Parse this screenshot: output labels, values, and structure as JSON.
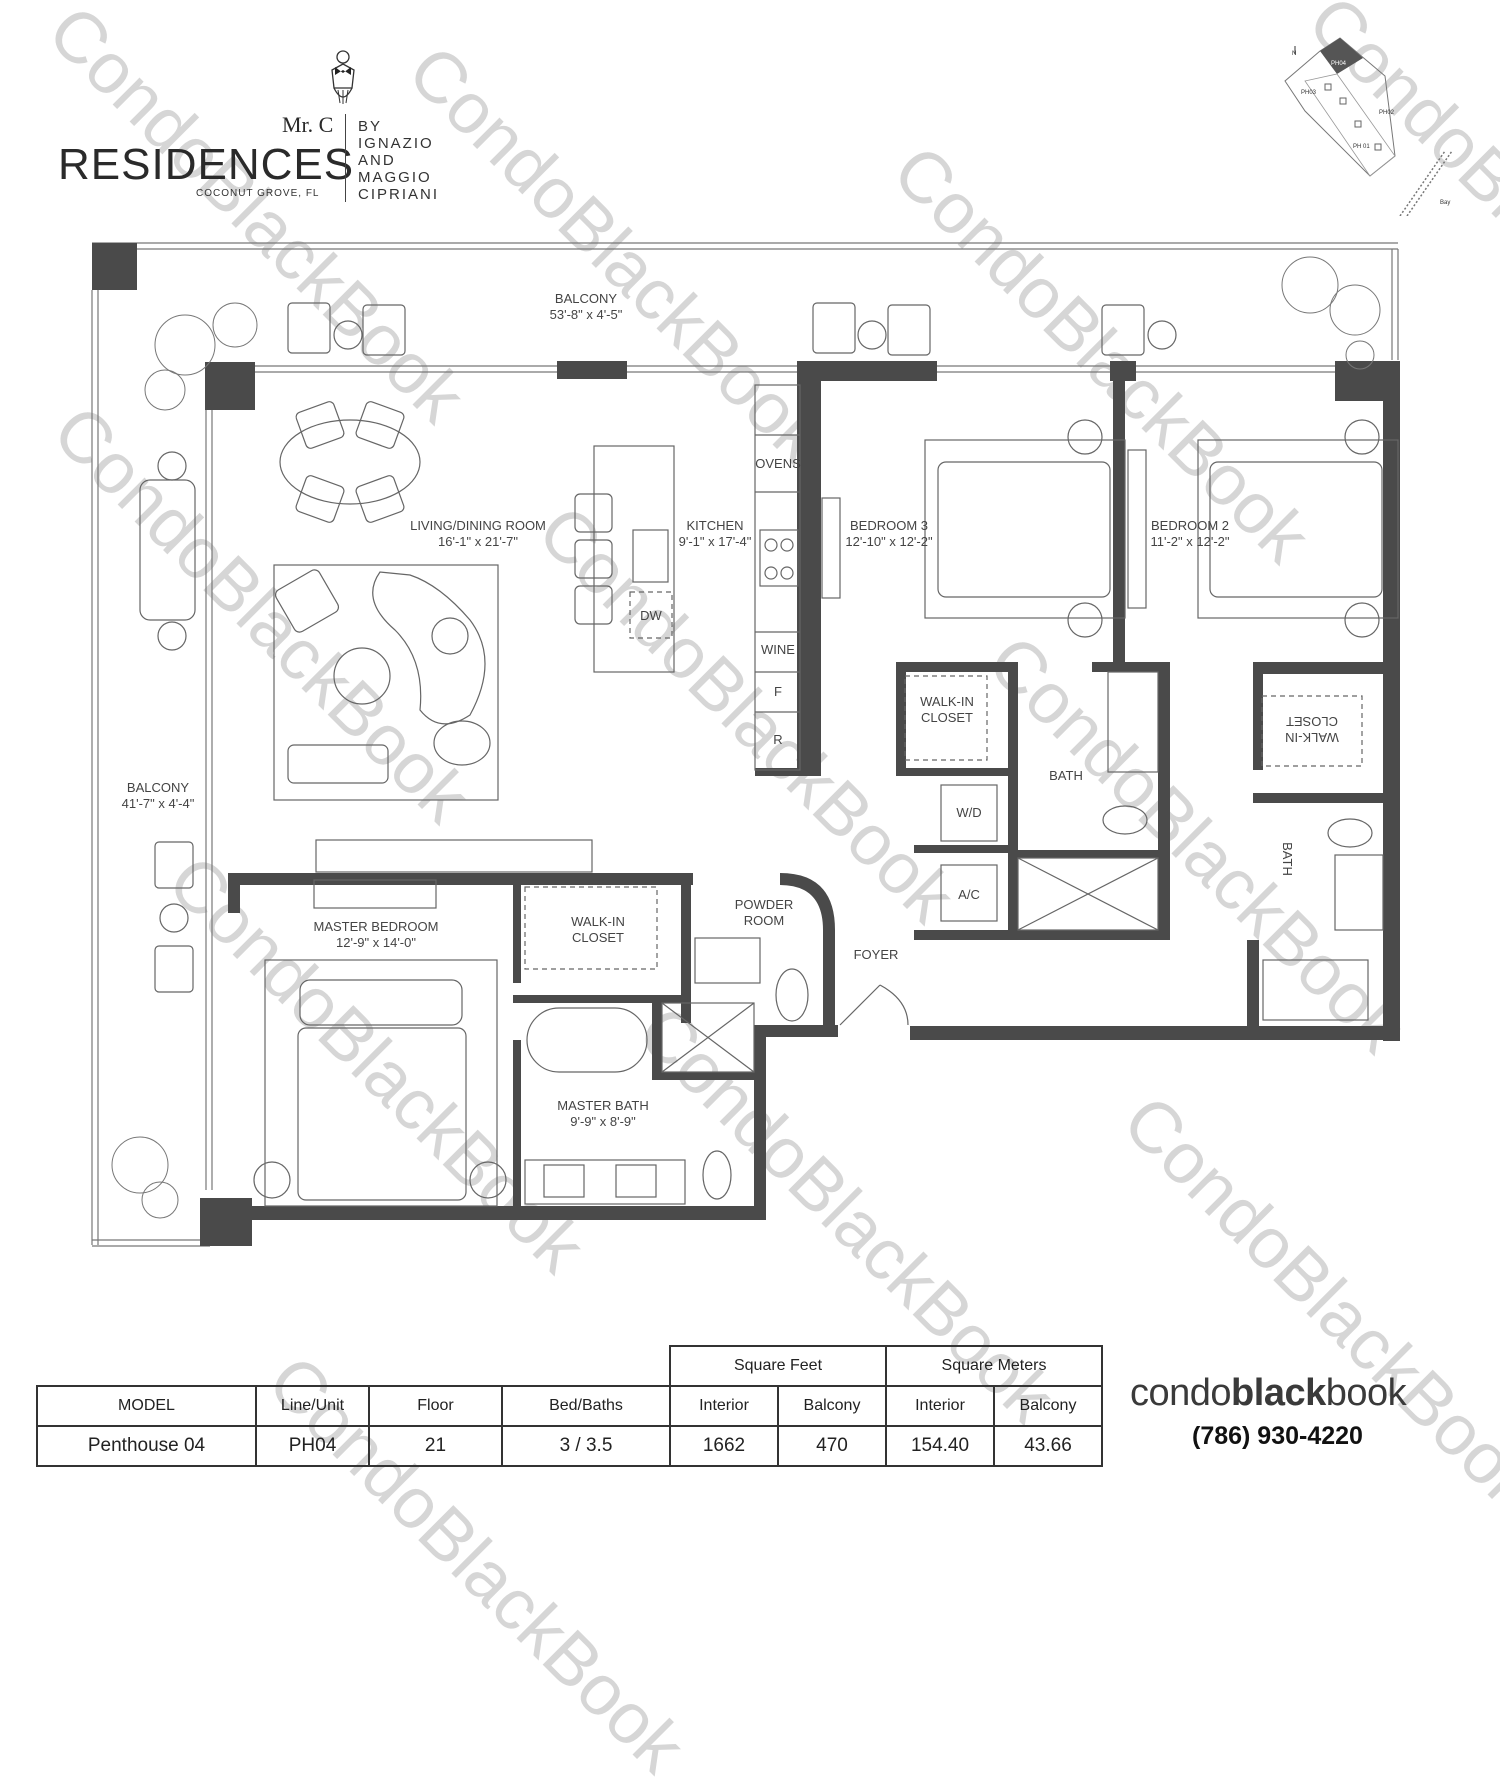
{
  "logo": {
    "mr_c": "Mr. C",
    "title": "RESIDENCES",
    "location": "COCONUT GROVE, FL",
    "by_lines": [
      "BY",
      "IGNAZIO",
      "AND",
      "MAGGIO",
      "CIPRIANI"
    ]
  },
  "key_map": {
    "north": "N",
    "units": [
      "PH04",
      "PH03",
      "PH02",
      "PH 01"
    ],
    "bay": "Bay"
  },
  "rooms": {
    "balcony_top": {
      "name": "BALCONY",
      "dims": "53'-8\" x 4'-5\""
    },
    "balcony_left": {
      "name": "BALCONY",
      "dims": "41'-7\" x 4'-4\""
    },
    "living": {
      "name": "LIVING/DINING ROOM",
      "dims": "16'-1\" x 21'-7\""
    },
    "kitchen": {
      "name": "KITCHEN",
      "dims": "9'-1\" x 17'-4\""
    },
    "bedroom3": {
      "name": "BEDROOM 3",
      "dims": "12'-10\" x 12'-2\""
    },
    "bedroom2": {
      "name": "BEDROOM 2",
      "dims": "11'-2\" x 12'-2\""
    },
    "master_bedroom": {
      "name": "MASTER BEDROOM",
      "dims": "12'-9\" x 14'-0\""
    },
    "master_bath": {
      "name": "MASTER BATH",
      "dims": "9'-9\" x 8'-9\""
    },
    "walkin_closet_master": {
      "line1": "WALK-IN",
      "line2": "CLOSET"
    },
    "walkin_closet_b3": {
      "line1": "WALK-IN",
      "line2": "CLOSET"
    },
    "walkin_closet_b2": {
      "line1": "WALK-IN",
      "line2": "CLOSET"
    },
    "powder": {
      "line1": "POWDER",
      "line2": "ROOM"
    },
    "foyer": "FOYER",
    "bath_b3": "BATH",
    "bath_b2": "BATH",
    "wd": "W/D",
    "ac": "A/C",
    "ovens": "OVENS",
    "wine": "WINE",
    "fridge_f": "F",
    "fridge_r": "R",
    "dw": "DW"
  },
  "spec_table": {
    "group_headers": {
      "sqft": "Square Feet",
      "sqm": "Square Meters"
    },
    "headers": [
      "MODEL",
      "Line/Unit",
      "Floor",
      "Bed/Baths",
      "Interior",
      "Balcony",
      "Interior",
      "Balcony"
    ],
    "row": [
      "Penthouse 04",
      "PH04",
      "21",
      "3 / 3.5",
      "1662",
      "470",
      "154.40",
      "43.66"
    ]
  },
  "brand": {
    "prefix": "condo",
    "bold": "black",
    "suffix": "book",
    "phone": "(786) 930-4220"
  },
  "watermark": "CondoBlackBook",
  "colors": {
    "wall": "#4a4a4a",
    "line": "#666666",
    "watermark": "#d6d6d6"
  }
}
